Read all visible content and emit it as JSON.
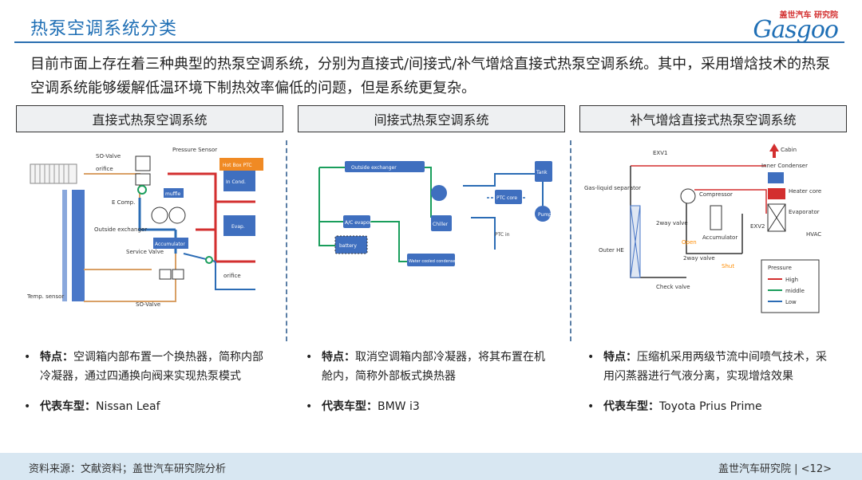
{
  "header": {
    "title": "热泵空调系统分类",
    "logo_cn": "盖世汽车 研究院",
    "logo_en": "Gasgoo"
  },
  "intro": "目前市面上存在着三种典型的热泵空调系统，分别为直接式/间接式/补气增焓直接式热泵空调系统。其中，采用增焓技术的热泵空调系统能够缓解低温环境下制热效率偏低的问题，但是系统更复杂。",
  "columns": [
    {
      "header": "直接式热泵空调系统",
      "diagram_labels": {
        "so_valve_top": "SO-Valve",
        "orifice_top": "orifice",
        "pressure_sensor": "Pressure Sensor",
        "hot_box": "Hot Box PTC",
        "e_comp": "E Comp.",
        "muffler": "muffle",
        "outside_exchanger": "Outside exchanger",
        "accumulator": "Accumulator",
        "service_valve": "Service Valve",
        "evap": "Evap.",
        "in_cond": "In Cond.",
        "orifice_bottom": "orifice",
        "temp_sensor": "Temp. sensor",
        "so_valve_bottom": "SO-Valve"
      },
      "feature_label": "特点：",
      "feature_text": "空调箱内部布置一个换热器，简称内部冷凝器，通过四通换向阀来实现热泵模式",
      "model_label": "代表车型：",
      "model_text": "Nissan Leaf"
    },
    {
      "header": "间接式热泵空调系统",
      "diagram_labels": {
        "outside_exchanger": "Outside exchanger",
        "tank": "Tank",
        "ac_evap": "A/C evapor",
        "battery": "battery",
        "ptc_core": "PTC core",
        "pump": "Pump",
        "chiller": "Chiller",
        "ptc_in": "PTC in",
        "water_cond": "Water cooled condenser"
      },
      "feature_label": "特点：",
      "feature_text": "取消空调箱内部冷凝器，将其布置在机舱内，简称外部板式换热器",
      "model_label": "代表车型：",
      "model_text": "BMW i3"
    },
    {
      "header": "补气增焓直接式热泵空调系统",
      "diagram_labels": {
        "exv1": "EXV1",
        "cabin": "Cabin",
        "inner_condenser": "Inner Condenser",
        "gas_liquid": "Gas-liquid separator",
        "compressor": "Compressor",
        "heater_core": "Heater core",
        "evaporator": "Evaporator",
        "exv2": "EXV2",
        "hvac": "HVAC",
        "outer_he": "Outer HE",
        "two_way_1": "2way valve",
        "open": "Open",
        "accumulator": "Accumulator",
        "two_way_2": "2way valve",
        "shut": "Shut",
        "check_valve": "Check valve",
        "pressure": "Pressure",
        "high": "High",
        "middle": "middle",
        "low": "Low"
      },
      "feature_label": "特点：",
      "feature_text": "压缩机采用两级节流中间喷气技术，采用闪蒸器进行气液分离，实现增焓效果",
      "model_label": "代表车型：",
      "model_text": "Toyota Prius Prime"
    }
  ],
  "footer": {
    "source": "资料来源：文献资料；盖世汽车研究院分析",
    "page": "盖世汽车研究院 | <12>"
  },
  "colors": {
    "title_blue": "#1f6fb5",
    "footer_bg": "#d8e7f2",
    "pipe_red": "#d32f2f",
    "pipe_blue": "#2b6cb5",
    "pipe_green": "#1a9e5c"
  }
}
